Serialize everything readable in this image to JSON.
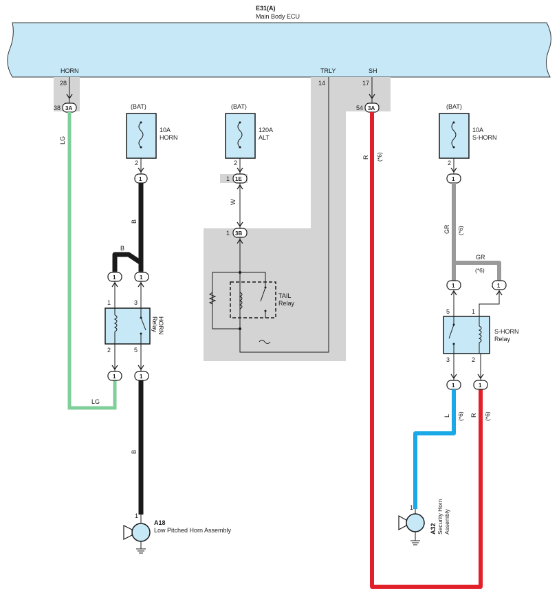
{
  "ecu": {
    "code": "E31(A)",
    "name": "Main Body ECU",
    "pins": {
      "horn": "HORN",
      "trly": "TRLY",
      "sh": "SH"
    }
  },
  "pins": {
    "p28": "28",
    "p38": "38",
    "p14": "14",
    "p17": "17",
    "p54": "54",
    "p2a": "2",
    "p2b": "2",
    "p2c": "2",
    "p1e": "1",
    "p1_3b": "1",
    "hr1": "1",
    "hr3": "3",
    "hr2": "2",
    "hr5": "5",
    "sr5": "5",
    "sr1": "1",
    "sr3": "3",
    "sr2": "2",
    "a18pin": "1",
    "a32pin": "1"
  },
  "connectors": {
    "c3a_left": "3A",
    "c3a_right": "3A",
    "c1e": "1E",
    "c3b": "3B",
    "one": "1"
  },
  "fuses": [
    {
      "source": "(BAT)",
      "rating": "10A",
      "name": "HORN"
    },
    {
      "source": "(BAT)",
      "rating": "120A",
      "name": "ALT"
    },
    {
      "source": "(BAT)",
      "rating": "10A",
      "name": "S-HORN"
    }
  ],
  "wires": {
    "lg": "LG",
    "b": "B",
    "w": "W",
    "r": "R",
    "gr": "GR",
    "l": "L",
    "note": "(*6)"
  },
  "relays": {
    "horn": [
      "HORN",
      "Relay"
    ],
    "tail": [
      "TAIL",
      "Relay"
    ],
    "shorn": [
      "S-HORN",
      "Relay"
    ]
  },
  "components": {
    "a18": {
      "code": "A18",
      "name": "Low Pitched Horn Assembly"
    },
    "a32": {
      "code": "A32",
      "line1": "Security Horn",
      "line2": "Assembly"
    }
  },
  "colors": {
    "ecu": "#c6e8f7",
    "shade": "#d4d4d4",
    "lg": "#7fcf9a",
    "b": "#1a1a1a",
    "r": "#e2202a",
    "gr": "#9a9a9a",
    "l": "#1aa8e6"
  }
}
